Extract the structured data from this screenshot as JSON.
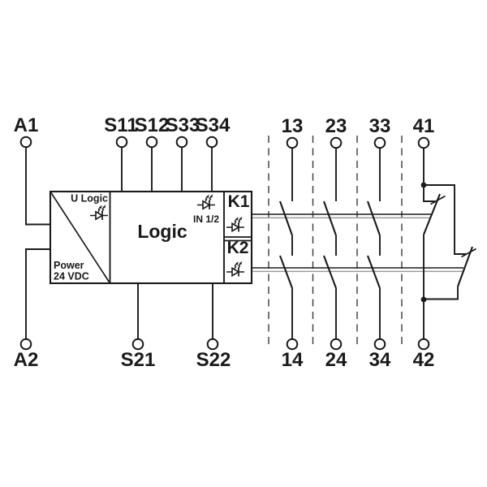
{
  "diagram_type": "safety-relay-wiring-block-diagram",
  "terminals": {
    "top": [
      {
        "id": "A1",
        "label": "A1"
      },
      {
        "id": "S11",
        "label": "S11"
      },
      {
        "id": "S12",
        "label": "S12"
      },
      {
        "id": "S33",
        "label": "S33"
      },
      {
        "id": "S34",
        "label": "S34"
      },
      {
        "id": "13",
        "label": "13"
      },
      {
        "id": "23",
        "label": "23"
      },
      {
        "id": "33",
        "label": "33"
      },
      {
        "id": "41",
        "label": "41"
      }
    ],
    "bottom": [
      {
        "id": "A2",
        "label": "A2"
      },
      {
        "id": "S21",
        "label": "S21"
      },
      {
        "id": "S22",
        "label": "S22"
      },
      {
        "id": "14",
        "label": "14"
      },
      {
        "id": "24",
        "label": "24"
      },
      {
        "id": "34",
        "label": "34"
      },
      {
        "id": "42",
        "label": "42"
      }
    ]
  },
  "module": {
    "power": {
      "u_logic_label": "U Logic",
      "line1": "Power",
      "line2": "24 VDC"
    },
    "logic": {
      "label": "Logic",
      "input_led_label": "IN 1/2"
    },
    "relays": [
      {
        "label": "K1"
      },
      {
        "label": "K2"
      }
    ]
  },
  "contacts": {
    "normally_open_paths": [
      "13-14",
      "23-24",
      "33-34"
    ],
    "normally_closed_path": "41-42"
  },
  "icons": {
    "led": "led-indicator-icon"
  },
  "colors": {
    "line": "#1a1a1a",
    "link_shadow": "#9c9c9c",
    "background": "#ffffff"
  }
}
